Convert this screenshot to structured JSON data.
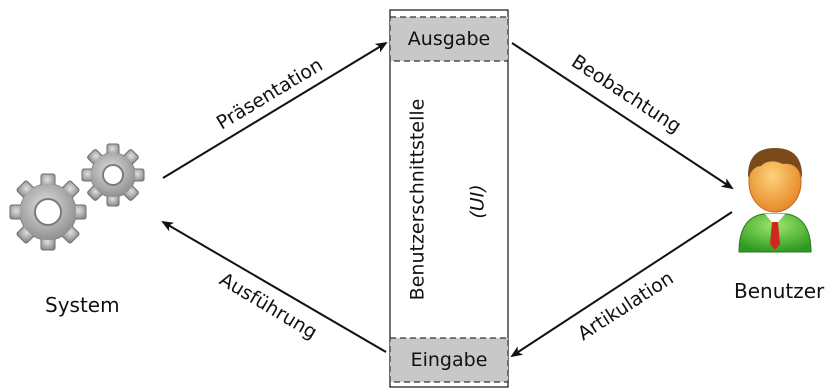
{
  "system": {
    "label": "System",
    "icon": "gears-icon"
  },
  "user": {
    "label": "Benutzer",
    "icon": "user-avatar-icon"
  },
  "interface": {
    "label": "Benutzerschnittstelle",
    "abbr": "(UI)",
    "output_label": "Ausgabe",
    "input_label": "Eingabe"
  },
  "arrows": {
    "presentation": "Präsentation",
    "observation": "Beobachtung",
    "articulation": "Artikulation",
    "execution": "Ausführung"
  },
  "colors": {
    "box_fill": "#c8c8c8",
    "gear": "#9a9a9a",
    "face": "#f2a24a",
    "hair": "#7a4a1a",
    "shirt": "#5cc84a",
    "tie": "#d0281e"
  }
}
